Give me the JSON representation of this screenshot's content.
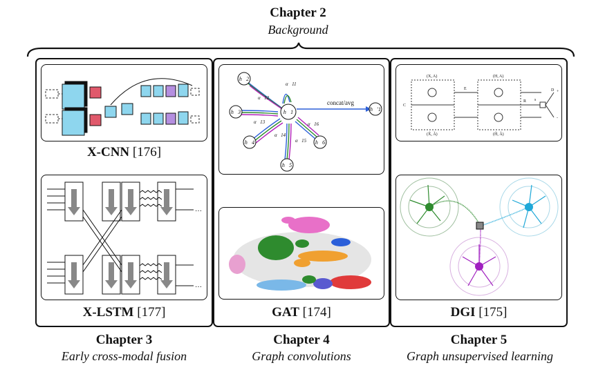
{
  "header": {
    "chapter": "Chapter 2",
    "subtitle": "Background"
  },
  "columns": [
    {
      "panels": [
        {
          "name_bold": "X-CNN",
          "ref": "[176]"
        },
        {
          "name_bold": "X-LSTM",
          "ref": "[177]"
        }
      ],
      "chapter": "Chapter 3",
      "subtitle": "Early cross-modal fusion"
    },
    {
      "panels": [
        {
          "name_bold": "",
          "ref": "",
          "node_center": "h⃗1",
          "nodes": [
            "h⃗2",
            "h⃗3",
            "h⃗4",
            "h⃗5",
            "h⃗6"
          ],
          "edge_labels": [
            "α⃗11",
            "α⃗12",
            "α⃗13",
            "α⃗14",
            "α⃗15",
            "α⃗16"
          ],
          "output_label": "concat/avg",
          "output_node": "h⃗′1"
        },
        {
          "name_bold": "GAT",
          "ref": "[174]"
        }
      ],
      "chapter": "Chapter 4",
      "subtitle": "Graph convolutions"
    },
    {
      "panels": [
        {
          "name_bold": "",
          "ref": "",
          "labels": [
            "(X, A)",
            "(H, A)",
            "(X̃, Ã)",
            "(H̃, Ã)",
            "C",
            "E",
            "D",
            "+",
            "-",
            "s",
            "R"
          ]
        },
        {
          "name_bold": "DGI",
          "ref": "[175]"
        }
      ],
      "chapter": "Chapter 5",
      "subtitle": "Graph unsupervised learning"
    }
  ],
  "colors": {
    "cyan": "#8ed6ee",
    "red": "#e0596b",
    "purple": "#b58fe0",
    "green": "#2e8b2e",
    "blue": "#2b5fd9",
    "pink": "#e870c8",
    "orange": "#f0a030",
    "lightblue": "#7ab8e8",
    "magenta": "#b020b8"
  }
}
